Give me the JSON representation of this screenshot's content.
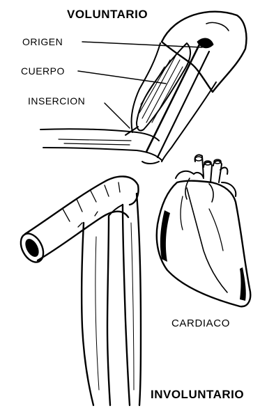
{
  "labels": {
    "voluntary_title": "VOLUNTARIO",
    "origin": "ORIGEN",
    "body": "CUERPO",
    "insertion": "INSERCION",
    "cardiac": "CARDIACO",
    "involuntary_title": "INVOLUNTARIO"
  },
  "colors": {
    "ink": "#000000",
    "paper": "#ffffff"
  }
}
